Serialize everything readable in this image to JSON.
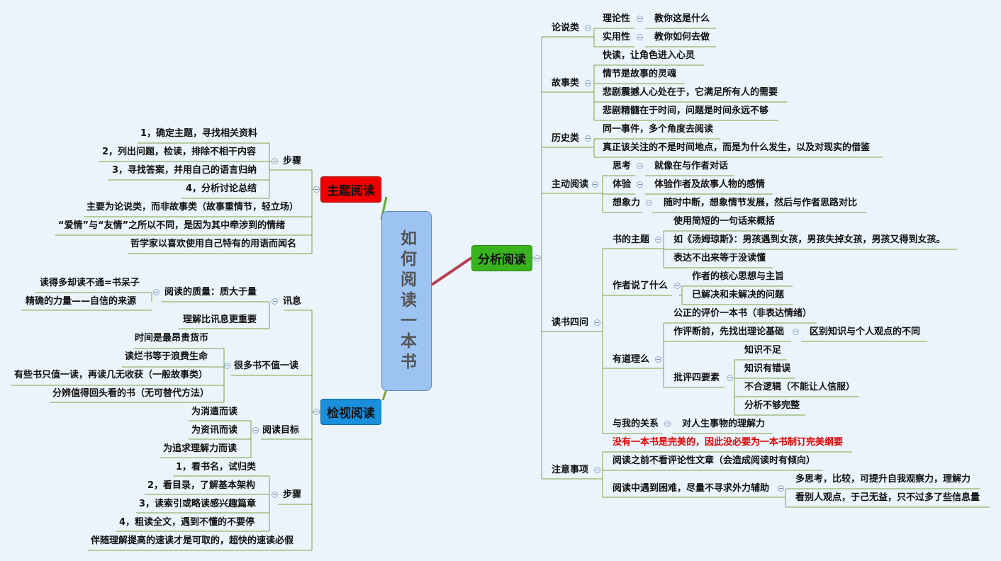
{
  "center": {
    "title": "如何阅读一本书"
  },
  "colors": {
    "zhuti": "#f00000",
    "fenxi": "#39b31d",
    "jianshi": "#1a8fdc",
    "line": "#7da542",
    "red_text": "#e00000"
  },
  "fenxi": {
    "label": "分析阅读",
    "lunshuo": {
      "label": "论说类",
      "lilun": "理论性",
      "lilun_d": "教你这是什么",
      "shiyong": "实用性",
      "shiyong_d": "教你如何去做"
    },
    "gushi": {
      "label": "故事类",
      "i1": "快读，让角色进入心灵",
      "i2": "情节是故事的灵魂",
      "i3": "悲剧震撼人心处在于，它满足所有人的需要",
      "i4": "悲剧精髓在于时间，问题是时间永远不够"
    },
    "lishi": {
      "label": "历史类",
      "i1": "同一事件，多个角度去阅读",
      "i2": "真正该关注的不是时间地点，而是为什么发生，以及对现实的借鉴"
    },
    "zhudong": {
      "label": "主动阅读",
      "sikao": "思考",
      "sikao_d": "就像在与作者对话",
      "tiyan": "体验",
      "tiyan_d": "体验作者及故事人物的感情",
      "xiangxiang": "想象力",
      "xiangxiang_d": "随时中断，想象情节发展，然后与作者思路对比"
    },
    "siwen": {
      "label": "读书四问",
      "zhuti": {
        "label": "书的主题",
        "i1": "使用简短的一句话来概括",
        "i2": "如《汤姆琼斯》：男孩遇到女孩，男孩失掉女孩，男孩又得到女孩。",
        "i3": "表达不出来等于没读懂"
      },
      "zuozhe": {
        "label": "作者说了什么",
        "i1": "作者的核心思想与主旨",
        "i2": "已解决和未解决的问题"
      },
      "daoli": {
        "label": "有道理么",
        "i1": "公正的评价一本书（非表达情绪）",
        "i2": "作评断前，先找出理论基础",
        "i2_d": "区别知识与个人观点的不同",
        "pipan": "批评四要素",
        "p1": "知识不足",
        "p2": "知识有错误",
        "p3": "不合逻辑（不能让人信服）",
        "p4": "分析不够完整"
      },
      "guanxi": {
        "label": "与我的关系",
        "d": "对人生事物的理解力"
      }
    },
    "zhuyi": {
      "label": "注意事项",
      "i1": "没有一本书是完美的，因此没必要为一本书制订完美纲要",
      "i2": "阅读之前不看评论性文章（会造成阅读时有倾向）",
      "i3": "阅读中遇到困难，尽量不寻求外力辅助",
      "i3a": "多思考，比较，可提升自我观察力，理解力",
      "i3b": "看别人观点，于己无益，只不过多了些信息量"
    }
  },
  "zhutiyuedu": {
    "label": "主题阅读",
    "buzhou": {
      "label": "步骤",
      "i1": "1，确定主题，寻找相关资料",
      "i2": "2，列出问题，检读，排除不相干内容",
      "i3": "3，寻找答案，并用自己的语言归纳",
      "i4": "4，分析讨论总结"
    },
    "n1": "主要为论说类，而非故事类（故事重情节，轻立场）",
    "n2": "“爱情”与“友情”之所以不同，是因为其中牵涉到的情绪",
    "n3": "哲学家以喜欢使用自己特有的用语而闻名"
  },
  "jianshi": {
    "label": "检视阅读",
    "xunxi": {
      "label": "讯息",
      "zhiliang": "阅读的质量：质大于量",
      "z1": "读得多却读不通=书呆子",
      "z2": "精确的力量——自信的来源",
      "i2": "理解比讯息更重要"
    },
    "henduo": {
      "label": "很多书不值一读",
      "i1": "时间是最昂贵货币",
      "i2": "读烂书等于浪费生命",
      "i3": "有些书只值一读，再读几无收获（一般故事类）",
      "i4": "分辨值得回头看的书（无可替代方法）"
    },
    "mubiao": {
      "label": "阅读目标",
      "i1": "为消遣而读",
      "i2": "为资讯而读",
      "i3": "为追求理解力而读"
    },
    "buzhou": {
      "label": "步骤",
      "i1": "1，看书名，试归类",
      "i2": "2，看目录，了解基本架构",
      "i3": "3，读索引或略读感兴趣篇章",
      "i4": "4，粗读全文，遇到不懂的不要停"
    },
    "n1": "伴随理解提高的速读才是可取的，超快的速读必假"
  }
}
